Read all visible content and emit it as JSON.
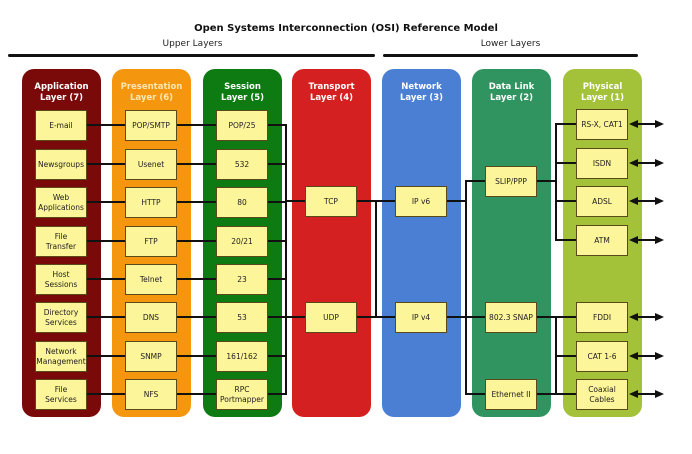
{
  "title": "Open Systems Interconnection (OSI) Reference Model",
  "groups": {
    "upper": "Upper Layers",
    "lower": "Lower Layers"
  },
  "colors": {
    "application": "#7a0a0a",
    "presentation": "#f5960f",
    "session": "#0e7a12",
    "transport": "#d42020",
    "network": "#4a7fd4",
    "datalink": "#2f9460",
    "physical": "#a3c23a",
    "box_fill": "#fdf59a",
    "connector": "#111111"
  },
  "layers": [
    {
      "id": "application",
      "name": "Application\nLayer (7)",
      "items": [
        "E-mail",
        "Newsgroups",
        "Web\nApplications",
        "File\nTransfer",
        "Host\nSessions",
        "Directory\nServices",
        "Network\nManagement",
        "File\nServices"
      ]
    },
    {
      "id": "presentation",
      "name": "Presentation\nLayer (6)",
      "items": [
        "POP/SMTP",
        "Usenet",
        "HTTP",
        "FTP",
        "Telnet",
        "DNS",
        "SNMP",
        "NFS"
      ]
    },
    {
      "id": "session",
      "name": "Session\nLayer (5)",
      "items": [
        "POP/25",
        "532",
        "80",
        "20/21",
        "23",
        "53",
        "161/162",
        "RPC\nPortmapper"
      ]
    },
    {
      "id": "transport",
      "name": "Transport\nLayer (4)",
      "items": [
        "TCP",
        "UDP"
      ]
    },
    {
      "id": "network",
      "name": "Network\nLayer (3)",
      "items": [
        "IP v6",
        "IP v4"
      ]
    },
    {
      "id": "datalink",
      "name": "Data Link\nLayer (2)",
      "items": [
        "SLIP/PPP",
        "802.3 SNAP",
        "Ethernet II"
      ]
    },
    {
      "id": "physical",
      "name": "Physical\nLayer (1)",
      "items": [
        "RS-X, CAT1",
        "ISDN",
        "ADSL",
        "ATM",
        "FDDI",
        "CAT 1-6",
        "Coaxial\nCables"
      ]
    }
  ]
}
